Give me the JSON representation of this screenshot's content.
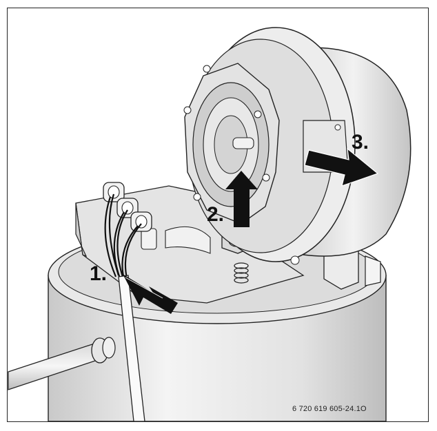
{
  "figure": {
    "reference_number": "6 720 619 605-24.1O",
    "steps": [
      {
        "label": "1."
      },
      {
        "label": "2."
      },
      {
        "label": "3."
      }
    ]
  },
  "colors": {
    "line": "#222222",
    "shade_light": "#e6e6e6",
    "shade_mid": "#cfcfcf",
    "shade_dark": "#a9a9a9",
    "arrow": "#111111"
  }
}
